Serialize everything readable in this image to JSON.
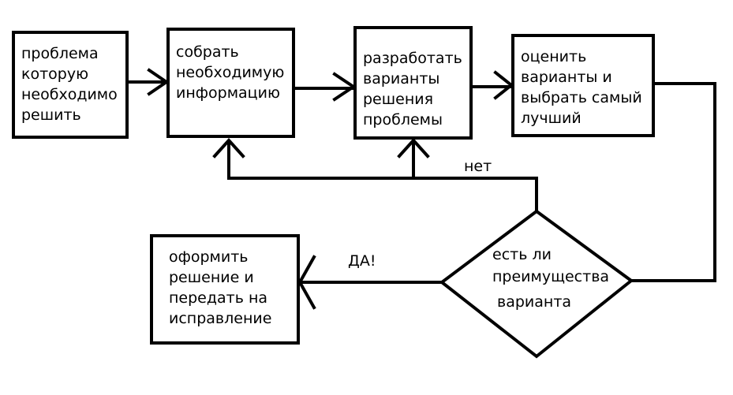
{
  "nodes": {
    "problem": {
      "text": "проблема\nкоторую\nнеобходимо\nрешить"
    },
    "collect": {
      "text": "собрать\nнеобходимую\nинформацию"
    },
    "develop": {
      "text": "разработать\nварианты\nрешения\nпроблемы"
    },
    "evaluate": {
      "text": "оценить\nварианты и\nвыбрать самый\nлучший"
    },
    "decision": {
      "lines": [
        "есть ли",
        "преимущества",
        "варианта"
      ]
    },
    "finalize": {
      "text": "оформить\nрешение и\nпередать на\nисправление"
    }
  },
  "edges": {
    "no_label": "нет",
    "yes_label": "ДА!"
  }
}
